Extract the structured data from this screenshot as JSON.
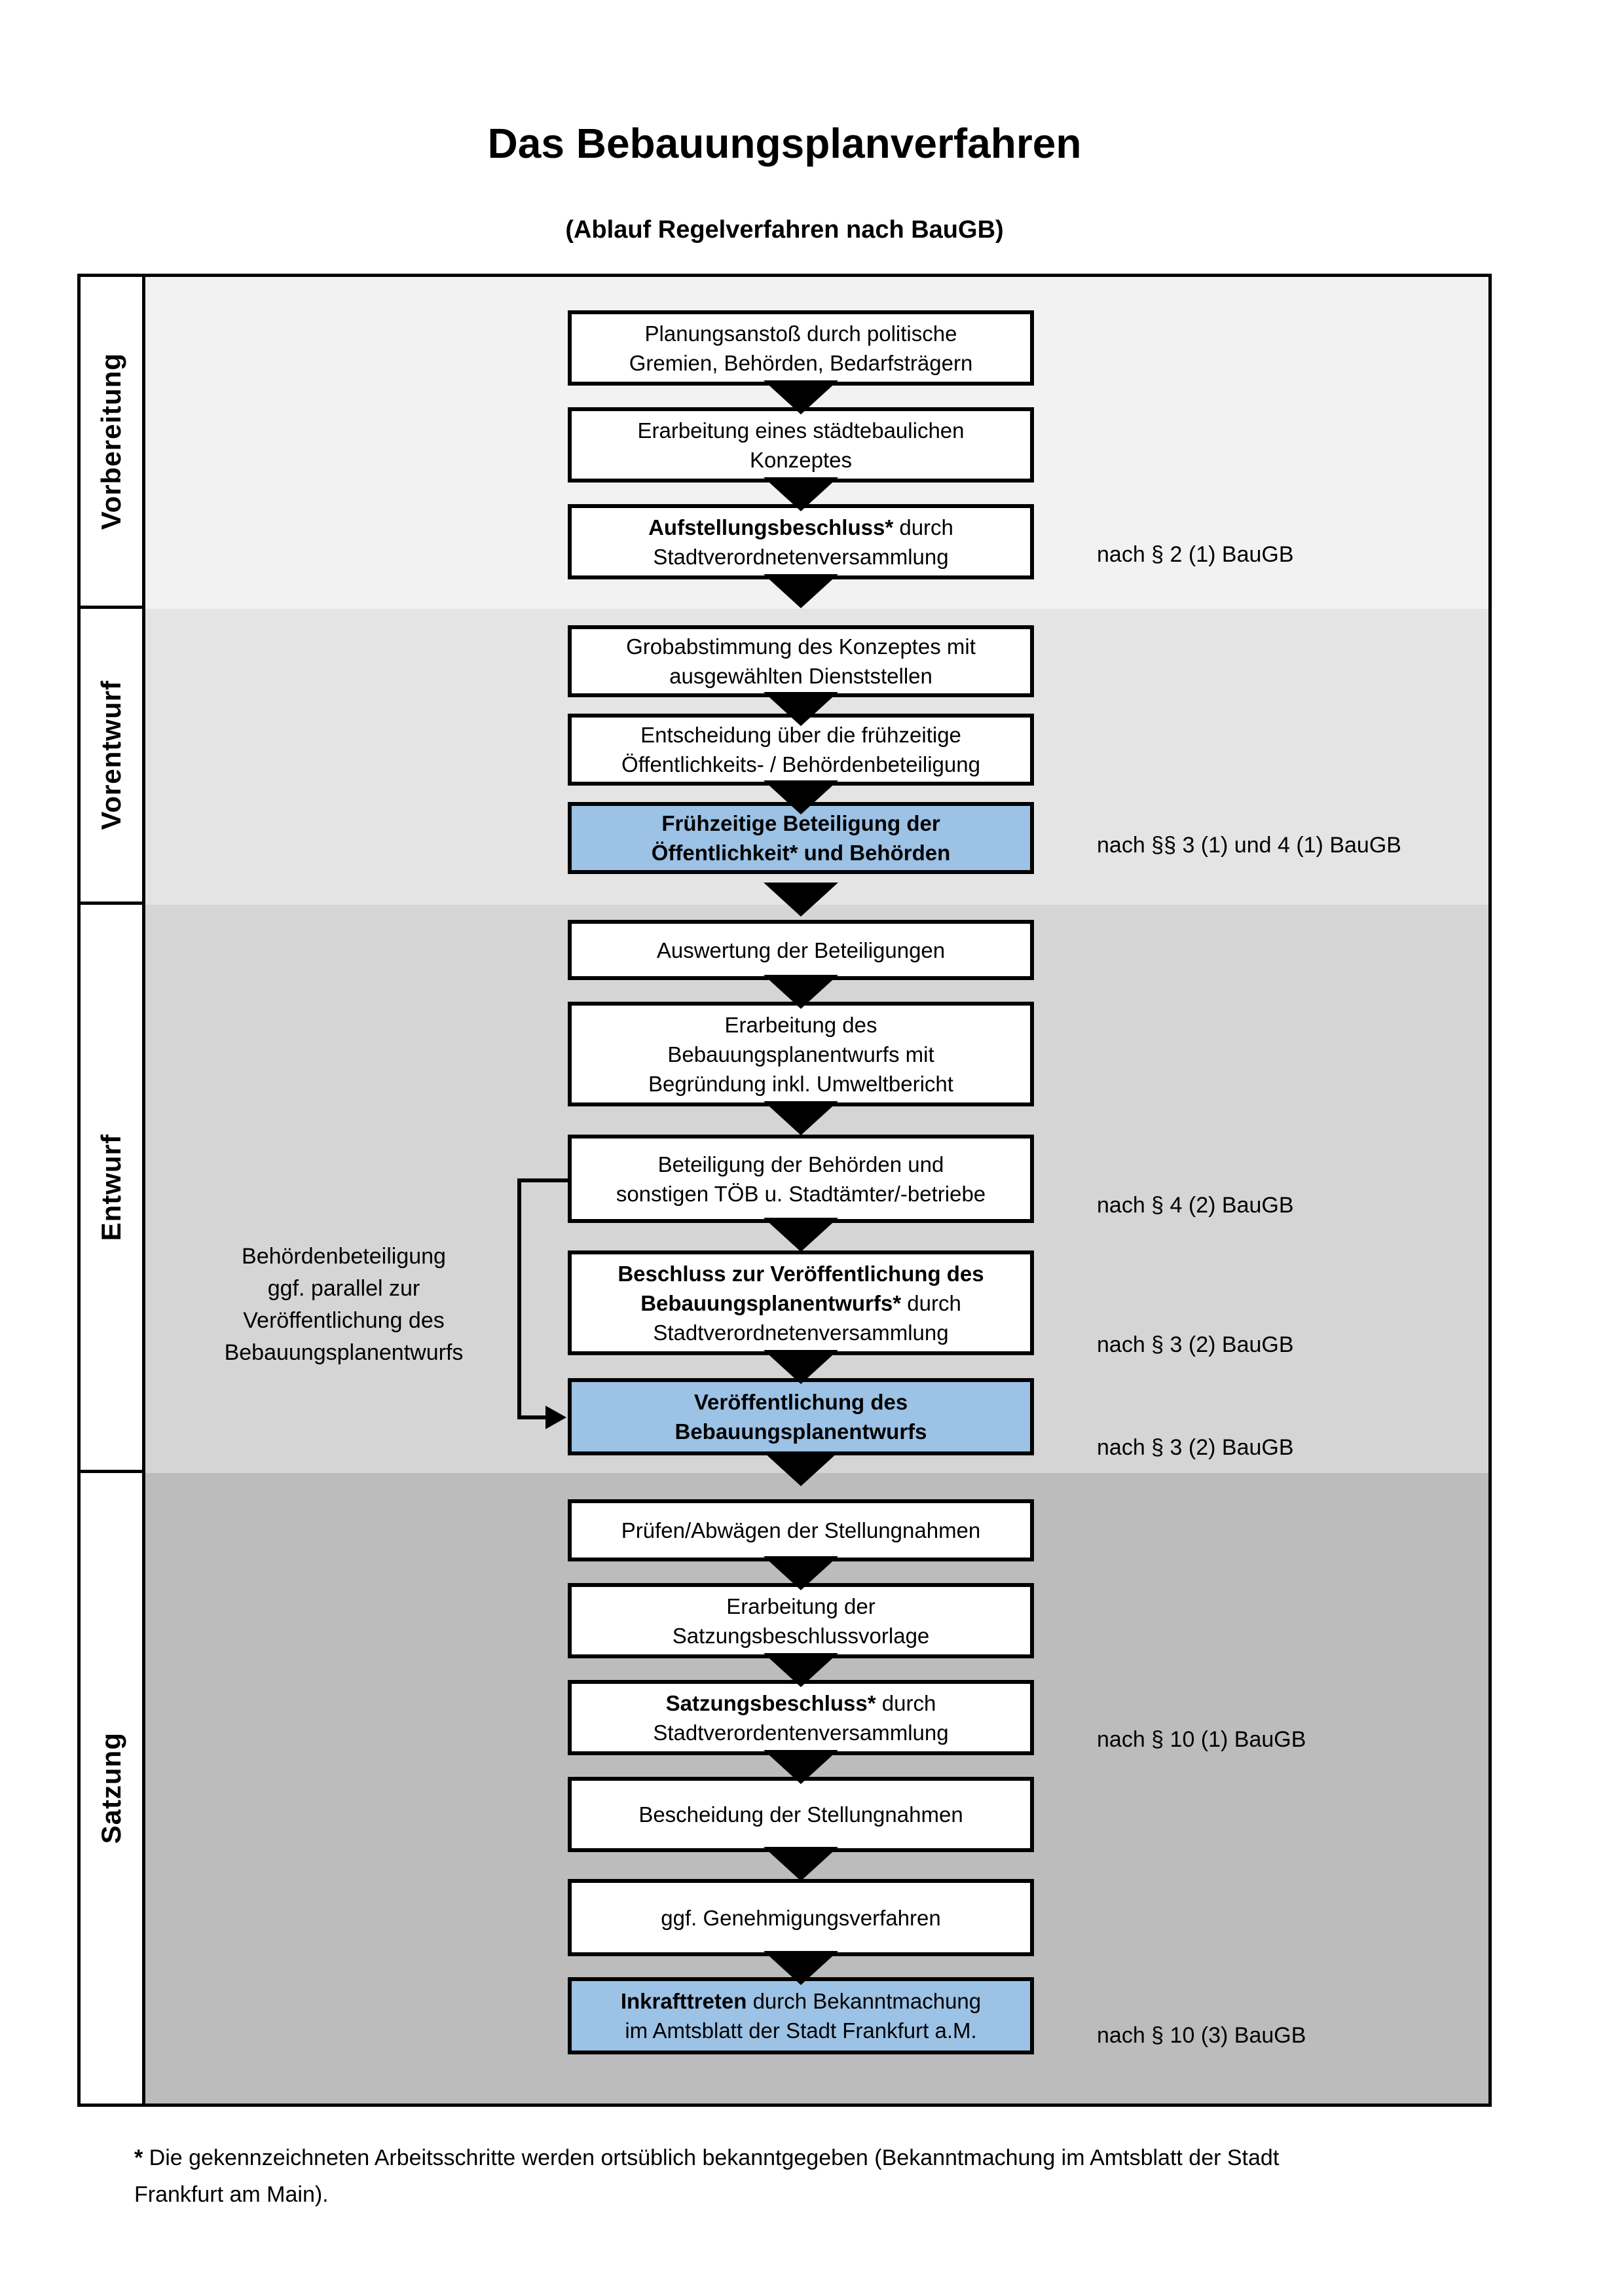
{
  "title": "Das Bebauungsplanverfahren",
  "subtitle": "(Ablauf Regelverfahren nach BauGB)",
  "colors": {
    "highlight_blue": "#9cc2e5",
    "band_vorbereitung": "#f2f2f2",
    "band_vorentwurf": "#e4e4e4",
    "band_entwurf": "#d5d5d5",
    "band_satzung": "#bcbcbc",
    "border": "#000000"
  },
  "phases": [
    {
      "label": "Vorbereitung"
    },
    {
      "label": "Vorentwurf"
    },
    {
      "label": "Entwurf"
    },
    {
      "label": "Satzung"
    }
  ],
  "boxes": [
    {
      "l1": "Planungsanstoß durch politische",
      "l2": "Gremien, Behörden, Bedarfsträgern"
    },
    {
      "l1": "Erarbeitung eines städtebaulichen",
      "l2": "Konzeptes"
    },
    {
      "b1": "Aufstellungsbeschluss*",
      "r1": " durch",
      "l2": "Stadtverordnetenversammlung"
    },
    {
      "l1": "Grobabstimmung des Konzeptes mit",
      "l2": "ausgewählten Dienststellen"
    },
    {
      "l1": "Entscheidung über die frühzeitige",
      "l2": "Öffentlichkeits- / Behördenbeteiligung"
    },
    {
      "l1": "Frühzeitige Beteiligung der",
      "l2": "Öffentlichkeit* und Behörden"
    },
    {
      "l1": "Auswertung der Beteiligungen"
    },
    {
      "l1": "Erarbeitung des",
      "l2": "Bebauungsplanentwurfs mit",
      "l3": "Begründung inkl. Umweltbericht"
    },
    {
      "l1": "Beteiligung der Behörden und",
      "l2": "sonstigen TÖB u. Stadtämter/-betriebe"
    },
    {
      "b1": "Beschluss zur Veröffentlichung des",
      "b2": "Bebauungsplanentwurfs*",
      "r2": " durch",
      "l3": "Stadtverordnetenversammlung"
    },
    {
      "l1": "Veröffentlichung des",
      "l2": "Bebauungsplanentwurfs"
    },
    {
      "l1": "Prüfen/Abwägen der Stellungnahmen"
    },
    {
      "l1": "Erarbeitung der",
      "l2": "Satzungsbeschlussvorlage"
    },
    {
      "b1": "Satzungsbeschluss*",
      "r1": " durch",
      "l2": "Stadtverordentenversammlung"
    },
    {
      "l1": "Bescheidung der Stellungnahmen"
    },
    {
      "l1": "ggf. Genehmigungsverfahren"
    },
    {
      "b1": "Inkrafttreten",
      "r1": " durch Bekanntmachung",
      "l2": "im Amtsblatt der Stadt Frankfurt a.M."
    }
  ],
  "refs": [
    {
      "text": "nach § 2 (1) BauGB"
    },
    {
      "text": "nach §§ 3 (1) und 4 (1) BauGB"
    },
    {
      "text": "nach § 4 (2) BauGB"
    },
    {
      "text": "nach § 3 (2) BauGB"
    },
    {
      "text": "nach § 3 (2) BauGB"
    },
    {
      "text": "nach § 10 (1) BauGB"
    },
    {
      "text": "nach § 10 (3) BauGB"
    }
  ],
  "side_note": {
    "l1": "Behördenbeteiligung",
    "l2": "ggf. parallel zur",
    "l3": "Veröffentlichung des",
    "l4": "Bebauungsplanentwurfs"
  },
  "footnote": {
    "star": "*",
    "text": " Die gekennzeichneten Arbeitsschritte werden ortsüblich bekanntgegeben (Bekanntmachung im Amtsblatt  der Stadt Frankfurt am Main)."
  }
}
